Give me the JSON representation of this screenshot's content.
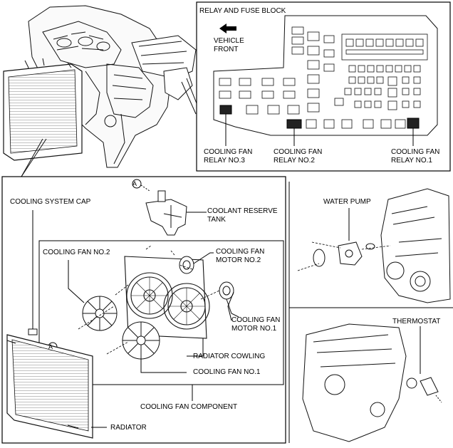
{
  "panel_titles": {
    "relay_block": "RELAY AND FUSE BLOCK"
  },
  "labels": {
    "vehicle_front": "VEHICLE\nFRONT",
    "cooling_fan_relay_no3": "COOLING FAN\nRELAY NO.3",
    "cooling_fan_relay_no2": "COOLING FAN\nRELAY NO.2",
    "cooling_fan_relay_no1": "COOLING FAN\nRELAY NO.1",
    "cooling_system_cap": "COOLING SYSTEM CAP",
    "coolant_reserve_tank": "COOLANT RESERVE\nTANK",
    "cooling_fan_no2": "COOLING FAN NO.2",
    "cooling_fan_motor_no2": "COOLING FAN\nMOTOR NO.2",
    "cooling_fan_motor_no1": "COOLING FAN\nMOTOR NO.1",
    "radiator_cowling": "RADIATOR COWLING",
    "cooling_fan_no1": "COOLING FAN NO.1",
    "cooling_fan_component": "COOLING FAN COMPONENT",
    "radiator": "RADIATOR",
    "water_pump": "WATER PUMP",
    "thermostat": "THERMOSTAT",
    "callout_a_top": "A",
    "callout_a_bottom": "A"
  },
  "icons": {
    "front_arrow": "arrow-left-icon"
  }
}
